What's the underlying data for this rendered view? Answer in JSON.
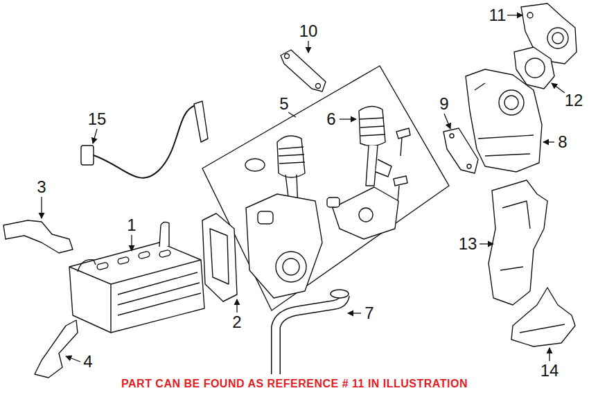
{
  "diagram": {
    "caption": "PART CAN BE FOUND AS REFERENCE # 11 IN ILLUSTRATION",
    "labels": [
      "11",
      "10",
      "12",
      "15",
      "9",
      "5",
      "6",
      "8",
      "3",
      "1",
      "13",
      "2",
      "7",
      "4",
      "14"
    ]
  }
}
